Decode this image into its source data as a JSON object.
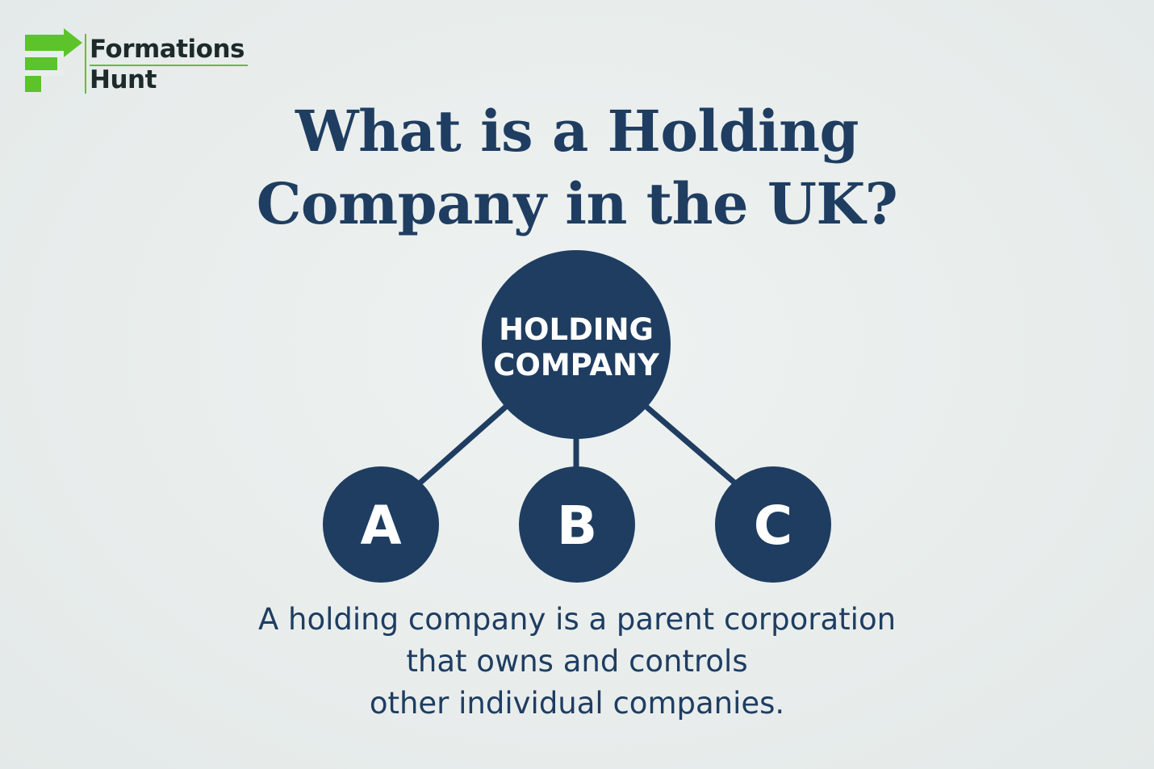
{
  "brand": {
    "name_line1": "Formations",
    "name_line2": "Hunt",
    "logo_icon": "flag-arrow-icon",
    "accent_color": "#5cc42a",
    "text_color": "#1c2b2a"
  },
  "title": {
    "line1": "What is a Holding",
    "line2": "Company in the UK?",
    "color": "#1f3d61"
  },
  "diagram": {
    "node_color": "#1f3d61",
    "connector_color": "#1f3d61",
    "parent": {
      "line1": "HOLDING",
      "line2": "COMPANY"
    },
    "children": [
      "A",
      "B",
      "C"
    ]
  },
  "description": {
    "line1": "A holding company is a parent corporation",
    "line2": "that owns and controls",
    "line3": "other individual companies."
  }
}
